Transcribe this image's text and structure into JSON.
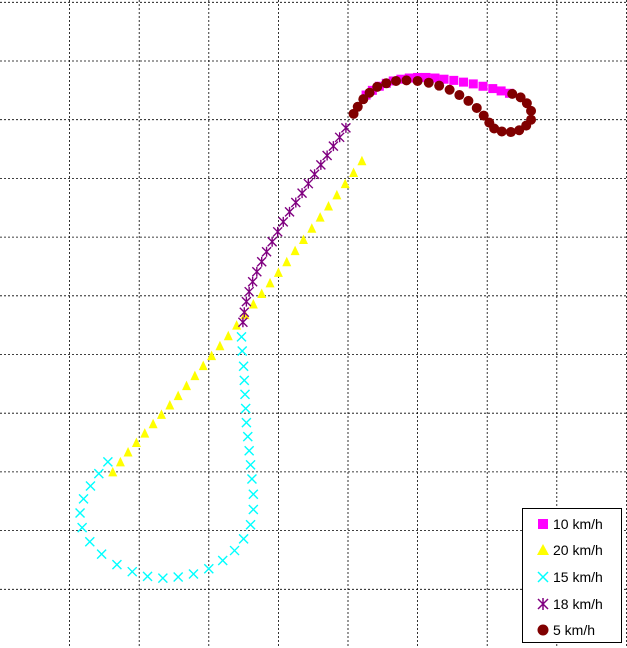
{
  "chart_data": {
    "type": "scatter",
    "title": "",
    "xlabel": "",
    "ylabel": "",
    "xlim": [
      0,
      9
    ],
    "ylim": [
      0,
      11
    ],
    "grid": true,
    "legend_position": "bottom-right",
    "series": [
      {
        "name": "10 km/h",
        "marker": "square",
        "color": "#ff00ff",
        "x": [
          5.26,
          5.35,
          5.45,
          5.55,
          5.65,
          5.76,
          5.88,
          6.0,
          6.12,
          6.25,
          6.38,
          6.52,
          6.66,
          6.8,
          6.94,
          7.08,
          7.2,
          7.32
        ],
        "y": [
          9.42,
          9.5,
          9.57,
          9.62,
          9.66,
          9.69,
          9.71,
          9.72,
          9.72,
          9.71,
          9.69,
          9.67,
          9.64,
          9.61,
          9.57,
          9.53,
          9.49,
          9.45
        ]
      },
      {
        "name": "20 km/h",
        "marker": "triangle",
        "color": "#ffff00",
        "x": [
          1.62,
          1.73,
          1.84,
          1.96,
          2.08,
          2.2,
          2.32,
          2.44,
          2.56,
          2.68,
          2.8,
          2.92,
          3.04,
          3.16,
          3.28,
          3.4,
          3.52,
          3.64,
          3.76,
          3.88,
          4.0,
          4.12,
          4.24,
          4.36,
          4.48,
          4.6,
          4.72,
          4.84,
          4.96,
          5.08,
          5.2
        ],
        "y": [
          3.0,
          3.17,
          3.34,
          3.5,
          3.66,
          3.82,
          3.98,
          4.14,
          4.3,
          4.47,
          4.64,
          4.81,
          4.98,
          5.15,
          5.32,
          5.5,
          5.68,
          5.86,
          6.04,
          6.22,
          6.4,
          6.58,
          6.77,
          6.96,
          7.15,
          7.34,
          7.53,
          7.72,
          7.91,
          8.1,
          8.3
        ]
      },
      {
        "name": "15 km/h",
        "marker": "x",
        "color": "#00ffff",
        "x": [
          3.47,
          3.48,
          3.5,
          3.51,
          3.52,
          3.53,
          3.54,
          3.56,
          3.58,
          3.6,
          3.62,
          3.64,
          3.64,
          3.6,
          3.5,
          3.37,
          3.2,
          3.0,
          2.78,
          2.56,
          2.34,
          2.12,
          1.9,
          1.68,
          1.46,
          1.29,
          1.18,
          1.15,
          1.2,
          1.3,
          1.42,
          1.55
        ],
        "y": [
          5.3,
          5.06,
          4.8,
          4.56,
          4.32,
          4.08,
          3.84,
          3.6,
          3.36,
          3.12,
          2.88,
          2.62,
          2.36,
          2.1,
          1.86,
          1.66,
          1.49,
          1.35,
          1.26,
          1.21,
          1.19,
          1.22,
          1.3,
          1.42,
          1.6,
          1.81,
          2.05,
          2.3,
          2.54,
          2.76,
          2.97,
          3.17
        ]
      },
      {
        "name": "18 km/h",
        "marker": "asterisk",
        "color": "#800080",
        "x": [
          3.49,
          3.51,
          3.54,
          3.58,
          3.63,
          3.69,
          3.76,
          3.83,
          3.91,
          3.99,
          4.07,
          4.16,
          4.25,
          4.34,
          4.43,
          4.52,
          4.61,
          4.7,
          4.79,
          4.88,
          4.97
        ],
        "y": [
          5.55,
          5.72,
          5.9,
          6.07,
          6.24,
          6.41,
          6.58,
          6.75,
          6.92,
          7.09,
          7.26,
          7.43,
          7.59,
          7.75,
          7.91,
          8.07,
          8.23,
          8.39,
          8.55,
          8.7,
          8.86
        ]
      },
      {
        "name": "5 km/h",
        "marker": "circle",
        "color": "#800000",
        "x": [
          5.08,
          5.14,
          5.22,
          5.31,
          5.42,
          5.55,
          5.69,
          5.84,
          6.0,
          6.16,
          6.31,
          6.46,
          6.6,
          6.73,
          6.85,
          6.95,
          7.03,
          7.1,
          7.21,
          7.34,
          7.46,
          7.56,
          7.63,
          7.63,
          7.57,
          7.48,
          7.36
        ],
        "y": [
          9.1,
          9.22,
          9.35,
          9.46,
          9.56,
          9.62,
          9.66,
          9.67,
          9.66,
          9.63,
          9.58,
          9.51,
          9.42,
          9.32,
          9.2,
          9.07,
          8.95,
          8.85,
          8.8,
          8.79,
          8.82,
          8.9,
          9.0,
          9.15,
          9.28,
          9.38,
          9.44
        ]
      }
    ]
  }
}
